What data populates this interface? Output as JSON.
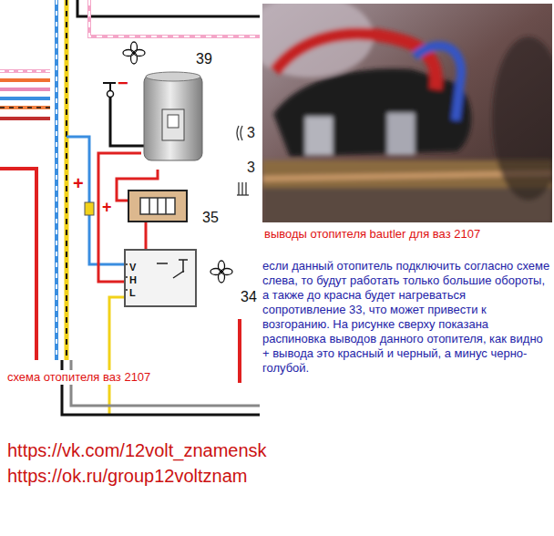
{
  "diagram": {
    "nodes": [
      {
        "text": [
          "39"
        ]
      },
      {
        "text": [
          "35"
        ]
      },
      {
        "text": [
          "V",
          "H",
          "L",
          "34"
        ]
      }
    ],
    "edges": [
      {
        "from": 0,
        "to": 1,
        "arrow": "none"
      },
      {
        "from": 1,
        "to": 2,
        "arrow": "none"
      },
      {
        "from": 0,
        "to": 2,
        "arrow": "none"
      }
    ],
    "labels": [
      "−",
      "+",
      "+",
      "3",
      "3",
      "выводы отопителя bautler для ваз 2107",
      "если данный отопитель подключить согласно схеме слева, то будут работать только большие обороты, а также до красна будет нагреваться сопротивление 33, что может привести к возгоранию. На рисунке сверху показана распиновка выводов данного отопителя, как видно + вывода это красный и черный, а минус черно-голубой.",
      "схема отопителя ваз 2107",
      "https://vk.com/12volt_znamensk",
      "https://ok.ru/group12voltznam"
    ]
  }
}
